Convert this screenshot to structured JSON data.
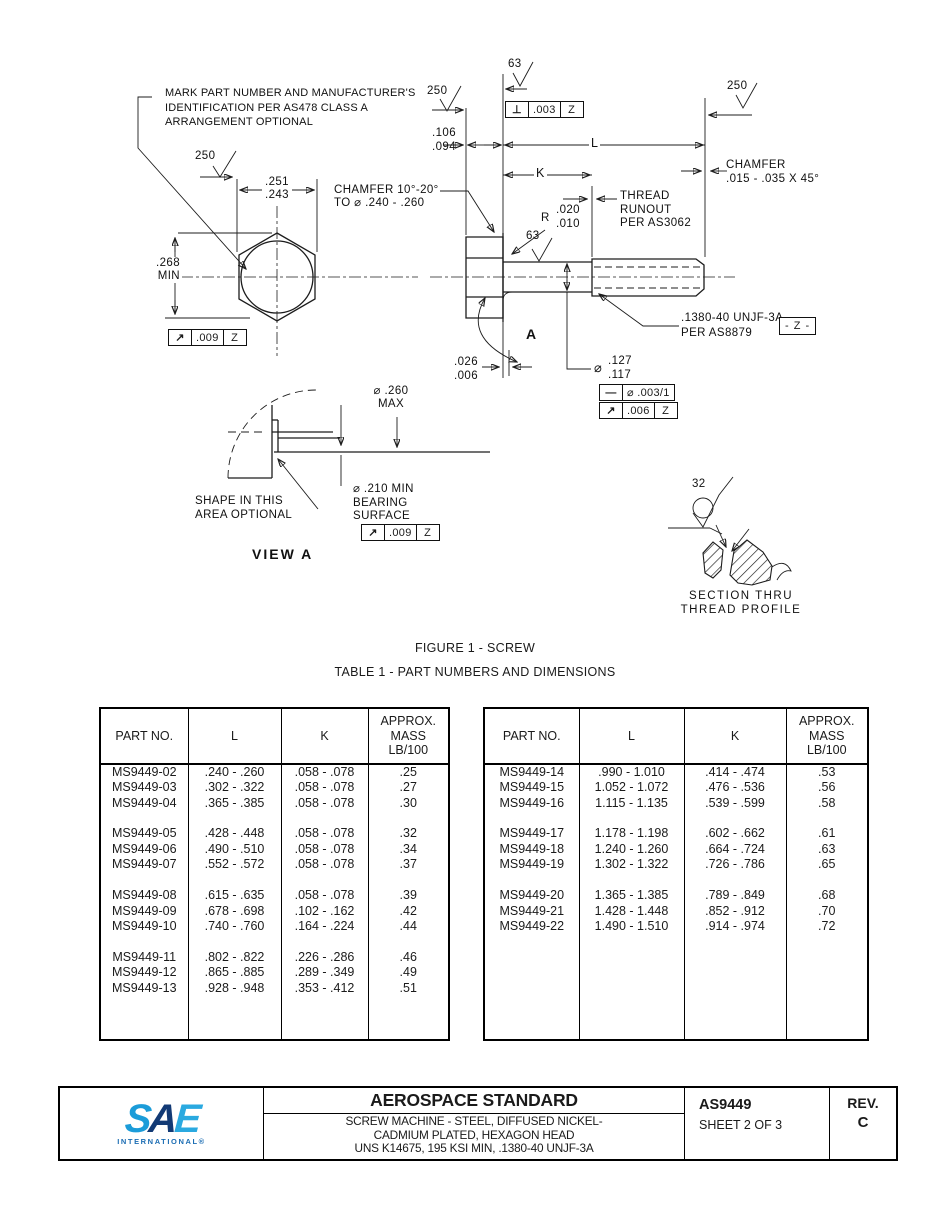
{
  "drawing": {
    "note": "MARK PART NUMBER AND MANUFACTURER'S\nIDENTIFICATION PER AS478 CLASS A\nARRANGEMENT OPTIONAL",
    "f250": "250",
    "f63": "63",
    "f32": "32",
    "across_flats": ".251\n.243",
    "chamfer_head": "CHAMFER 10°-20°\nTO ⌀ .240 - .260",
    "across_corners": ".268\nMIN",
    "head_height": ".106\n.094",
    "dim_l": "L",
    "dim_k": "K",
    "chamfer_end": "CHAMFER\n.015 - .035 X 45°",
    "thread_runout": "THREAD\nRUNOUT\nPER AS3062",
    "radius_r": "R",
    "radius_vals": ".020\n.010",
    "thread_callout": ".1380-40 UNJF-3A\nPER AS8879",
    "datum_flag": "- Z -",
    "view_arrow": "A",
    "fillet_vals": ".026\n.006",
    "dia_sym": "⌀",
    "shank_dia": ".127\n.117",
    "dia_max": "⌀ .260\nMAX",
    "bearing": "⌀ .210 MIN\nBEARING\nSURFACE",
    "shape_note": "SHAPE IN THIS\nAREA OPTIONAL",
    "view_a_title": "VIEW A",
    "section_title": "SECTION THRU\nTHREAD PROFILE",
    "fcf": {
      "perp": {
        "sym": "⊥",
        "tol": ".003",
        "datum": "Z"
      },
      "head_runout": {
        "sym": "↗",
        "tol": ".009",
        "datum": "Z"
      },
      "straightness": {
        "sym": "—",
        "tol": "⌀ .003/1"
      },
      "shank_runout": {
        "sym": "↗",
        "tol": ".006",
        "datum": "Z"
      },
      "bearing_runout": {
        "sym": "↗",
        "tol": ".009",
        "datum": "Z"
      }
    }
  },
  "captions": {
    "figure": "FIGURE 1 - SCREW",
    "table": "TABLE 1 - PART NUMBERS AND DIMENSIONS"
  },
  "tables": {
    "headers": [
      "PART NO.",
      "L",
      "K",
      "APPROX.\nMASS\nLB/100"
    ],
    "left": {
      "groups": [
        [
          [
            "MS9449-02",
            ".240 - .260",
            ".058 - .078",
            ".25"
          ],
          [
            "MS9449-03",
            ".302 - .322",
            ".058 - .078",
            ".27"
          ],
          [
            "MS9449-04",
            ".365 - .385",
            ".058 - .078",
            ".30"
          ]
        ],
        [
          [
            "MS9449-05",
            ".428 - .448",
            ".058 - .078",
            ".32"
          ],
          [
            "MS9449-06",
            ".490 - .510",
            ".058 - .078",
            ".34"
          ],
          [
            "MS9449-07",
            ".552 - .572",
            ".058 - .078",
            ".37"
          ]
        ],
        [
          [
            "MS9449-08",
            ".615 - .635",
            ".058 - .078",
            ".39"
          ],
          [
            "MS9449-09",
            ".678 - .698",
            ".102 - .162",
            ".42"
          ],
          [
            "MS9449-10",
            ".740 - .760",
            ".164 - .224",
            ".44"
          ]
        ],
        [
          [
            "MS9449-11",
            ".802 - .822",
            ".226 - .286",
            ".46"
          ],
          [
            "MS9449-12",
            ".865 - .885",
            ".289 - .349",
            ".49"
          ],
          [
            "MS9449-13",
            ".928 - .948",
            ".353 - .412",
            ".51"
          ]
        ]
      ]
    },
    "right": {
      "groups": [
        [
          [
            "MS9449-14",
            ".990 - 1.010",
            ".414 - .474",
            ".53"
          ],
          [
            "MS9449-15",
            "1.052 - 1.072",
            ".476 - .536",
            ".56"
          ],
          [
            "MS9449-16",
            "1.115 - 1.135",
            ".539 - .599",
            ".58"
          ]
        ],
        [
          [
            "MS9449-17",
            "1.178 - 1.198",
            ".602 - .662",
            ".61"
          ],
          [
            "MS9449-18",
            "1.240 - 1.260",
            ".664 - .724",
            ".63"
          ],
          [
            "MS9449-19",
            "1.302 - 1.322",
            ".726 - .786",
            ".65"
          ]
        ],
        [
          [
            "MS9449-20",
            "1.365 - 1.385",
            ".789 - .849",
            ".68"
          ],
          [
            "MS9449-21",
            "1.428 - 1.448",
            ".852 - .912",
            ".70"
          ],
          [
            "MS9449-22",
            "1.490 - 1.510",
            ".914 - .974",
            ".72"
          ]
        ]
      ]
    }
  },
  "title_block": {
    "logo_text": "SAE",
    "logo_s": "S",
    "logo_a": "A",
    "logo_e": "E",
    "logo_sub": "INTERNATIONAL®",
    "heading": "AEROSPACE STANDARD",
    "subtitle": "SCREW MACHINE - STEEL, DIFFUSED NICKEL-\nCADMIUM PLATED, HEXAGON HEAD\nUNS K14675, 195 KSI MIN, .1380-40 UNJF-3A",
    "doc_no": "AS9449",
    "sheet": "SHEET 2 OF 3",
    "rev_label": "REV.",
    "rev": "C"
  }
}
